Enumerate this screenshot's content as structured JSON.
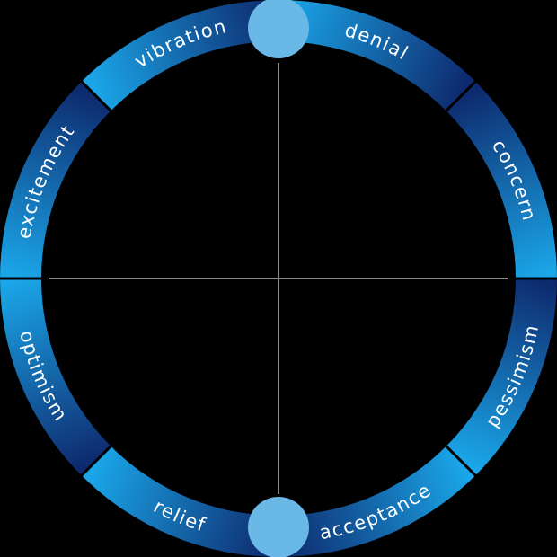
{
  "colors": {
    "background": "#000000",
    "ring_dark": "#0e2a6e",
    "ring_light": "#1aa6e8",
    "marker": "#6ab8e6",
    "axis": "#8a8a8a",
    "separator": "#000000",
    "label": "#ffffff"
  },
  "segments": [
    {
      "label": "denial",
      "color_end": "dark"
    },
    {
      "label": "concern",
      "color_end": "light"
    },
    {
      "label": "pessimism",
      "color_end": "light"
    },
    {
      "label": "acceptance",
      "color_end": "dark"
    },
    {
      "label": "relief",
      "color_end": "light"
    },
    {
      "label": "optimism",
      "color_end": "light"
    },
    {
      "label": "excitement",
      "color_end": "dark"
    },
    {
      "label": "vibration",
      "color_end": "dark"
    }
  ],
  "markers": [
    {
      "position": "top"
    },
    {
      "position": "bottom"
    }
  ]
}
